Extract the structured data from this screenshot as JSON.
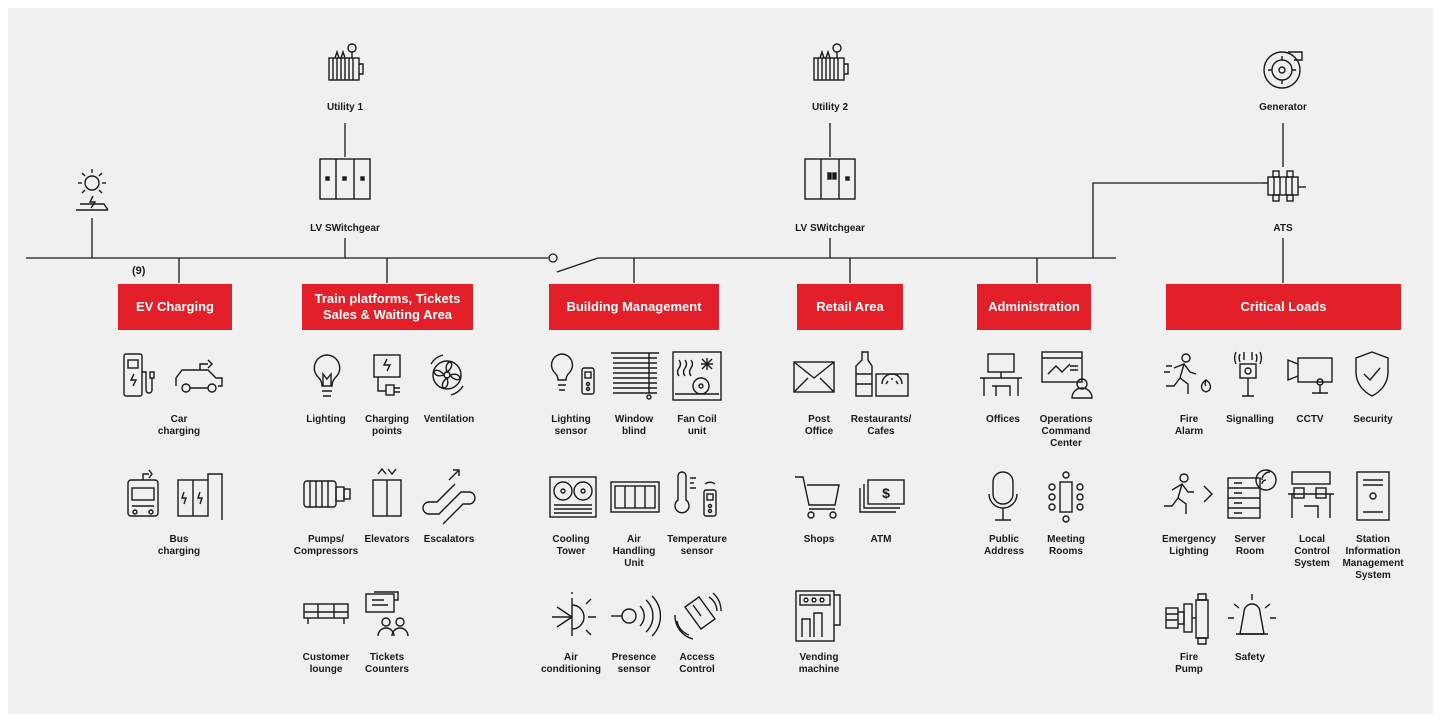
{
  "sources": {
    "utility1": "Utility 1",
    "utility2": "Utility 2",
    "generator": "Generator",
    "swgear1": "LV SWitchgear",
    "swgear2": "LV SWitchgear",
    "ats": "ATS",
    "ev_count": "(9)"
  },
  "groups": {
    "ev": "EV Charging",
    "train": "Train platforms, Tickets\nSales & Waiting Area",
    "building": "Building Management",
    "retail": "Retail Area",
    "admin": "Administration",
    "critical": "Critical Loads"
  },
  "loads": {
    "car_charging": "Car\ncharging",
    "bus_charging": "Bus\ncharging",
    "lighting": "Lighting",
    "charging_points": "Charging\npoints",
    "ventilation": "Ventilation",
    "pumps": "Pumps/\nCompressors",
    "elevators": "Elevators",
    "escalators": "Escalators",
    "customer_lounge": "Customer\nlounge",
    "tickets_counters": "Tickets\nCounters",
    "lighting_sensor": "Lighting\nsensor",
    "window_blind": "Window\nblind",
    "fan_coil": "Fan Coil\nunit",
    "cooling_tower": "Cooling\nTower",
    "ahu": "Air\nHandling\nUnit",
    "temp_sensor": "Temperature\nsensor",
    "air_conditioning": "Air\nconditioning",
    "presence_sensor": "Presence\nsensor",
    "access_control": "Access\nControl",
    "post_office": "Post\nOffice",
    "restaurants": "Restaurants/\nCafes",
    "shops": "Shops",
    "atm": "ATM",
    "vending": "Vending\nmachine",
    "offices": "Offices",
    "occ": "Operations\nCommand\nCenter",
    "public_address": "Public\nAddress",
    "meeting_rooms": "Meeting\nRooms",
    "fire_alarm": "Fire\nAlarm",
    "signalling": "Signalling",
    "cctv": "CCTV",
    "security": "Security",
    "emergency_lighting": "Emergency\nLighting",
    "server_room": "Server\nRoom",
    "local_control": "Local\nControl\nSystem",
    "sims": "Station\nInformation\nManagement\nSystem",
    "fire_pump": "Fire\nPump",
    "safety": "Safety"
  },
  "colors": {
    "accent": "#e3202a",
    "line": "#1a1a1a",
    "background": "#f0f0f0"
  }
}
